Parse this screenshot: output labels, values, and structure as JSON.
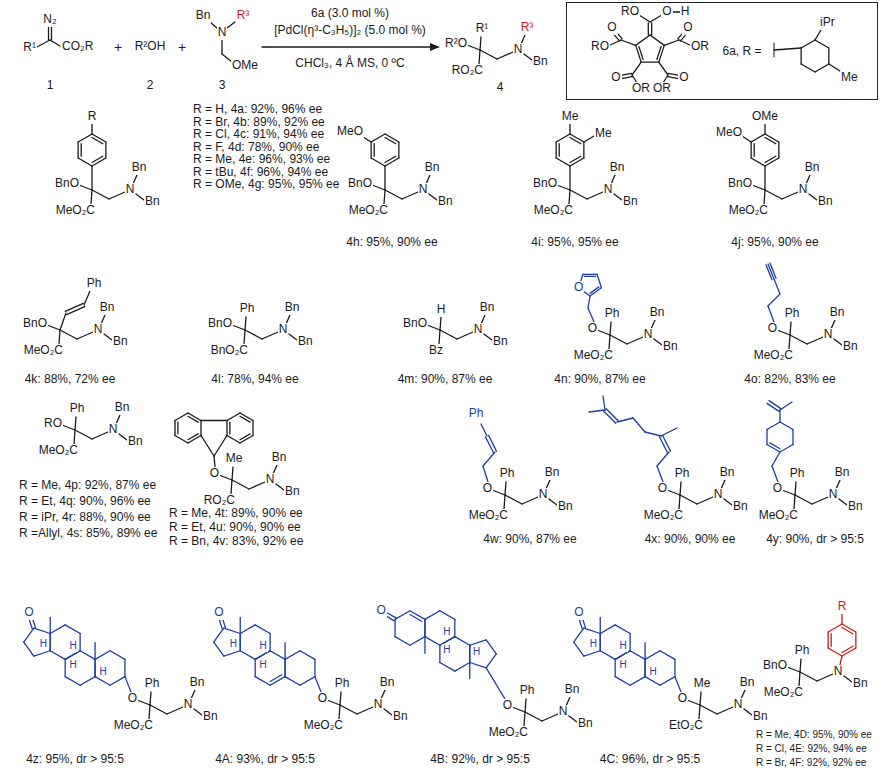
{
  "diagram": {
    "nodes": [
      {
        "text": [
          "RO",
          "O",
          "H",
          "O",
          "RO",
          "O",
          "OR",
          "O",
          "OR",
          "O",
          "OR",
          "6a, R =",
          "iPr",
          "Me"
        ]
      }
    ],
    "labels": [
      "N₂",
      "R¹",
      "CO₂R",
      "1",
      "+",
      "R²OH",
      "2",
      "+",
      "Bn",
      "R³",
      "N",
      "OMe",
      "3",
      "6a (3.0 mol %)",
      "[PdCl(η³-C₃H₅)]₂ (5.0 mol %)",
      "CHCl₃, 4 Å MS, 0 ºC",
      "R²O",
      "RO₂C",
      "N",
      "R³",
      "Bn",
      "R¹",
      "4",
      "BnO",
      "MeO₂C",
      "N",
      "Bn",
      "Bn",
      "R",
      "R = H, 4a: 92%, 96% ee",
      "R = Br, 4b: 89%, 92% ee",
      "R = Cl, 4c: 91%, 94% ee",
      "R = F, 4d: 78%, 90% ee",
      "R = Me, 4e: 96%, 93% ee",
      "R = tBu, 4f: 96%, 94% ee",
      "R = OMe, 4g: 95%, 95% ee",
      "BnO",
      "MeO₂C",
      "N",
      "Bn",
      "Bn",
      "MeO",
      "4h: 95%, 90% ee",
      "BnO",
      "MeO₂C",
      "N",
      "Bn",
      "Bn",
      "Me",
      "Me",
      "4i: 95%, 95% ee",
      "BnO",
      "MeO₂C",
      "N",
      "Bn",
      "Bn",
      "MeO",
      "OMe",
      "4j: 95%, 90% ee",
      "BnO",
      "MeO₂C",
      "N",
      "Bn",
      "Bn",
      "Ph",
      "4k: 88%, 72% ee",
      "BnO",
      "BnO₂C",
      "N",
      "Bn",
      "Bn",
      "Ph",
      "4l: 78%, 94% ee",
      "BnO",
      "Bz",
      "N",
      "Bn",
      "Bn",
      "H",
      "4m: 90%, 87% ee",
      "O",
      "MeO₂C",
      "N",
      "Bn",
      "Bn",
      "Ph",
      "O",
      "4n: 90%, 87% ee",
      "O",
      "MeO₂C",
      "N",
      "Bn",
      "Bn",
      "Ph",
      "4o: 82%, 83% ee",
      "RO",
      "MeO₂C",
      "N",
      "Bn",
      "Bn",
      "Ph",
      "R = Me, 4p: 92%, 87% ee",
      "R = Et, 4q: 90%, 96% ee",
      "R = iPr, 4r: 88%, 90% ee",
      "R =Allyl, 4s: 85%, 89% ee",
      "O",
      "RO₂C",
      "N",
      "Bn",
      "Bn",
      "Me",
      "R = Me, 4t: 89%, 90% ee",
      "R = Et, 4u: 90%, 90% ee",
      "R = Bn, 4v: 83%, 92% ee",
      "O",
      "MeO₂C",
      "N",
      "Bn",
      "Bn",
      "Ph",
      "Ph",
      "4w: 90%, 87% ee",
      "O",
      "MeO₂C",
      "N",
      "Bn",
      "Bn",
      "Ph",
      "4x: 90%, 90% ee",
      "O",
      "MeO₂C",
      "N",
      "Bn",
      "Bn",
      "Ph",
      "4y: 90%, dr > 95:5",
      "O",
      "H",
      "H",
      "H",
      "H",
      "O",
      "MeO₂C",
      "N",
      "Bn",
      "Bn",
      "Ph",
      "4z: 95%, dr > 95:5",
      "O",
      "H",
      "H",
      "H",
      "O",
      "MeO₂C",
      "N",
      "Bn",
      "Bn",
      "Ph",
      "4A: 93%, dr > 95:5",
      "O",
      "H",
      "H",
      "H",
      "O",
      "MeO₂C",
      "N",
      "Bn",
      "Bn",
      "Ph",
      "4B: 92%, dr > 95:5",
      "O",
      "H",
      "H",
      "H",
      "H",
      "O",
      "EtO₂C",
      "N",
      "Bn",
      "Bn",
      "Me",
      "4C: 96%, dr > 95:5",
      "BnO",
      "MeO₂C",
      "N",
      "Bn",
      "Ph",
      "R",
      "R = Me, 4D: 95%, 90% ee",
      "R = Cl, 4E: 92%, 94% ee",
      "R = Br, 4F: 92%, 92% ee"
    ]
  }
}
